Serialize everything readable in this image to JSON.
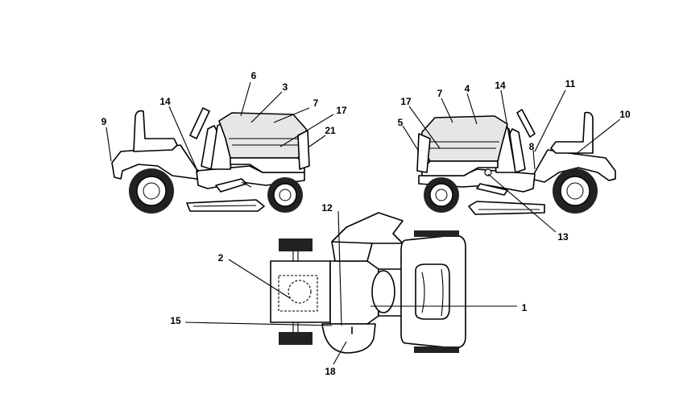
{
  "callouts": {
    "c1": "1",
    "c2": "2",
    "c3": "3",
    "c4": "4",
    "c5": "5",
    "c6": "6",
    "c7_left": "7",
    "c7_right": "7",
    "c8": "8",
    "c9": "9",
    "c10": "10",
    "c11": "11",
    "c12": "12",
    "c13": "13",
    "c14_left": "14",
    "c14_right": "14",
    "c15": "15",
    "c17_left": "17",
    "c17_right": "17",
    "c18": "18",
    "c21": "21"
  }
}
